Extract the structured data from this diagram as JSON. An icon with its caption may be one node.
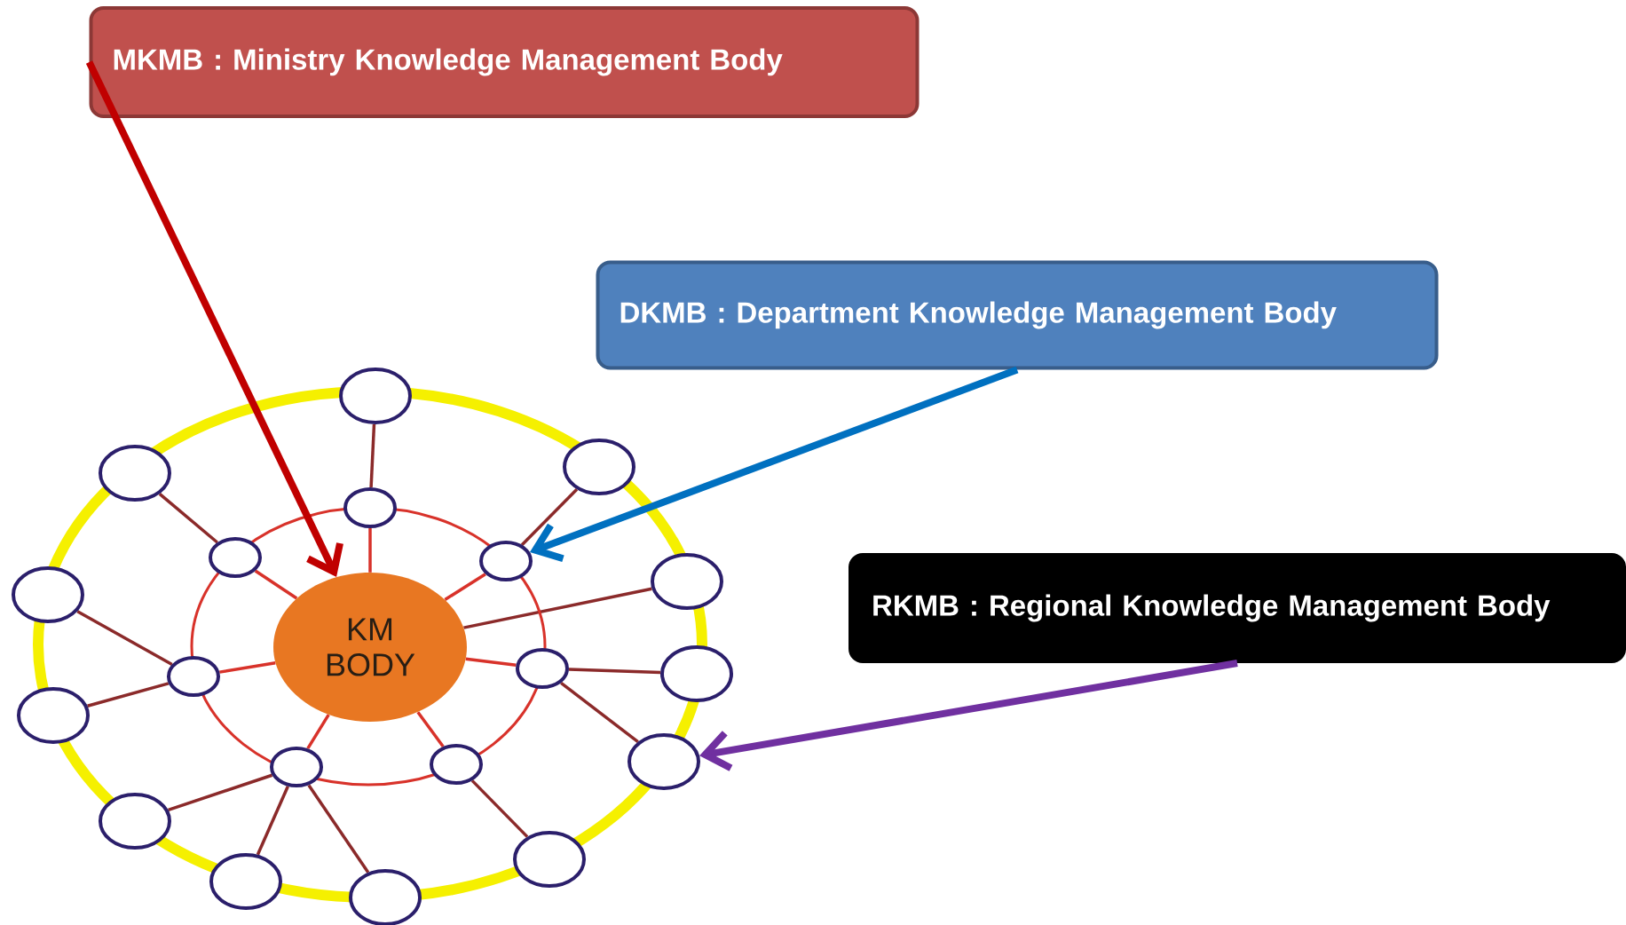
{
  "diagram": {
    "nodes": [
      {
        "text": [
          "MKMB : Ministry Knowledge Management Body"
        ]
      },
      {
        "text": [
          "DKMB : Department Knowledge Management Body"
        ]
      },
      {
        "text": [
          "RKMB : Regional Knowledge Management Body"
        ]
      },
      {
        "text": [
          "KM BODY"
        ]
      },
      {
        "text": [],
        "shape": "circle"
      },
      {
        "text": [],
        "shape": "circle"
      },
      {
        "text": [],
        "shape": "circle"
      },
      {
        "text": [],
        "shape": "circle"
      },
      {
        "text": [],
        "shape": "circle"
      },
      {
        "text": [],
        "shape": "circle"
      },
      {
        "text": [],
        "shape": "circle"
      },
      {
        "text": [],
        "shape": "circle"
      },
      {
        "text": [],
        "shape": "circle"
      },
      {
        "text": [],
        "shape": "circle"
      },
      {
        "text": [],
        "shape": "circle"
      },
      {
        "text": [],
        "shape": "circle"
      },
      {
        "text": [],
        "shape": "circle"
      },
      {
        "text": [],
        "shape": "circle"
      },
      {
        "text": [],
        "shape": "circle"
      },
      {
        "text": [],
        "shape": "circle"
      },
      {
        "text": [],
        "shape": "circle"
      },
      {
        "text": [],
        "shape": "circle"
      },
      {
        "text": [],
        "shape": "circle"
      }
    ],
    "edges": [
      {
        "from": 0,
        "to": 3,
        "arrow": "to",
        "style": "thick",
        "color": "#c00000"
      },
      {
        "from": 1,
        "to": 6,
        "arrow": "to",
        "style": "thick",
        "color": "#0070c0"
      },
      {
        "from": 2,
        "to": 18,
        "arrow": "to",
        "style": "thick",
        "color": "#7030a0"
      },
      {
        "from": 3,
        "to": 4,
        "arrow": "none",
        "color": "#d8322a"
      },
      {
        "from": 3,
        "to": 5,
        "arrow": "none",
        "color": "#d8322a"
      },
      {
        "from": 3,
        "to": 6,
        "arrow": "none",
        "color": "#d8322a"
      },
      {
        "from": 3,
        "to": 7,
        "arrow": "none",
        "color": "#d8322a"
      },
      {
        "from": 3,
        "to": 8,
        "arrow": "none",
        "color": "#d8322a"
      },
      {
        "from": 3,
        "to": 9,
        "arrow": "none",
        "color": "#d8322a"
      },
      {
        "from": 3,
        "to": 10,
        "arrow": "none",
        "color": "#d8322a"
      },
      {
        "from": 4,
        "to": 11,
        "arrow": "none"
      },
      {
        "from": 5,
        "to": 12,
        "arrow": "none"
      },
      {
        "from": 6,
        "to": 13,
        "arrow": "none"
      },
      {
        "from": 7,
        "to": 14,
        "arrow": "none"
      },
      {
        "from": 7,
        "to": 16,
        "arrow": "none"
      },
      {
        "from": 3,
        "to": 15,
        "arrow": "none"
      },
      {
        "from": 8,
        "to": 17,
        "arrow": "none"
      },
      {
        "from": 8,
        "to": 18,
        "arrow": "none"
      },
      {
        "from": 9,
        "to": 19,
        "arrow": "none"
      },
      {
        "from": 9,
        "to": 20,
        "arrow": "none"
      },
      {
        "from": 9,
        "to": 21,
        "arrow": "none"
      },
      {
        "from": 10,
        "to": 22,
        "arrow": "none"
      }
    ]
  }
}
